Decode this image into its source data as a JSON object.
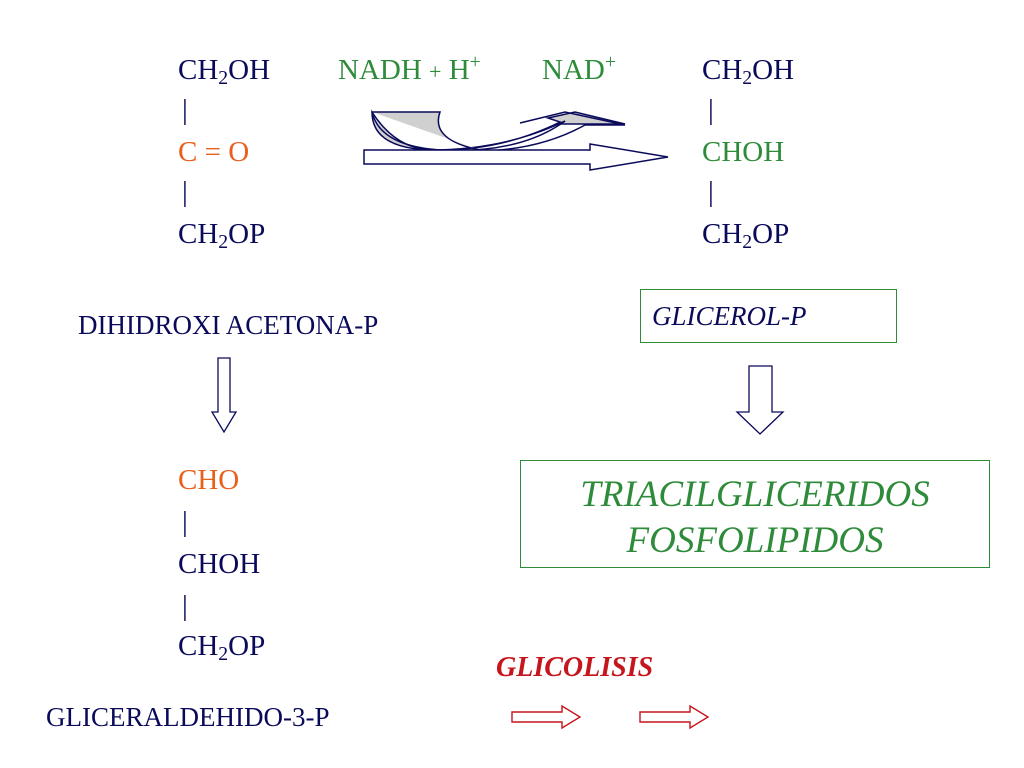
{
  "dhap": {
    "line1_main": "CH",
    "line1_sub": "2",
    "line1_end": "OH",
    "bar": "|",
    "line2": "C = O",
    "line3_main": "CH",
    "line3_sub": "2",
    "line3_end": "OP",
    "name": "DIHIDROXI ACETONA-P"
  },
  "glycerol": {
    "line1_main": "CH",
    "line1_sub": "2",
    "line1_end": "OH",
    "bar": "|",
    "line2": "CHOH",
    "line3_main": "CH",
    "line3_sub": "2",
    "line3_end": "OP",
    "name": "GLICEROL-P"
  },
  "cofactors": {
    "nadh": "NADH",
    "plus": "+",
    "h": "H",
    "h_sup": "+",
    "nad": "NAD",
    "nad_sup": "+"
  },
  "g3p": {
    "line1": "CHO",
    "bar": "|",
    "line2": "CHOH",
    "line3_main": "CH",
    "line3_sub": "2",
    "line3_end": "OP",
    "name": "GLICERALDEHIDO-3-P"
  },
  "products": {
    "line1": "TRIACILGLICERIDOS",
    "line2": "FOSFOLIPIDOS"
  },
  "glycolysis": {
    "label": "GLICOLISIS"
  },
  "colors": {
    "navy": "#0a0a5a",
    "green": "#2e8b3a",
    "orange": "#e8601c",
    "red": "#c4161c",
    "arrow_fill_grey": "#d0d0d0"
  }
}
